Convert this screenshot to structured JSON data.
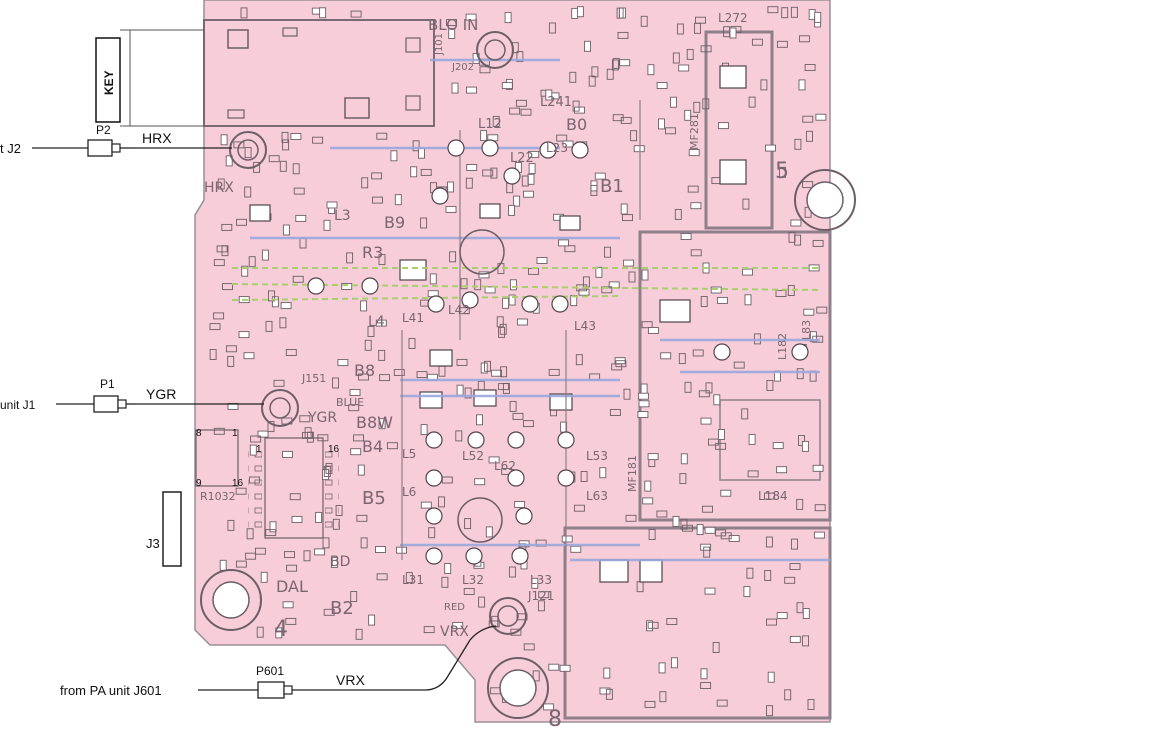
{
  "colors": {
    "board": "#f6cdd8",
    "board_edge": "#9a8f96",
    "silk": "#7a6570",
    "trace_blue": "#9aa8dc",
    "trace_green": "#a8cf6c",
    "ink": "#111111",
    "background": "#ffffff"
  },
  "connectors": [
    {
      "id": "hrx",
      "from": "t J2",
      "plug": "P2",
      "signal": "HRX",
      "board_jack": "HRX"
    },
    {
      "id": "ygr",
      "from": "unit J1",
      "plug": "P1",
      "signal": "YGR",
      "board_jack": "YGR"
    },
    {
      "id": "vrx",
      "from": "from PA unit J601",
      "plug": "P601",
      "signal": "VRX",
      "board_jack": "VRX"
    }
  ],
  "labels": {
    "key": "KEY",
    "blo_in": "BLO IN",
    "l272": "L272",
    "l241": "L241",
    "l12": "L12",
    "l22": "L22",
    "l23": "L23",
    "b0": "B0",
    "b1": "B1",
    "b9": "B9",
    "mf281": "MF281",
    "j202": "J202",
    "j101": "J101",
    "l3": "L3",
    "l4": "L4",
    "r3": "R3",
    "l41": "L41",
    "l42": "L42",
    "l43": "L43",
    "j151": "J151",
    "blue": "BLUE",
    "b8": "B8",
    "b8w": "B8W",
    "b4": "B4",
    "b5": "B5",
    "l5": "L5",
    "l6": "L6",
    "l52": "L52",
    "l53": "L53",
    "l62": "L62",
    "l63": "L63",
    "l31": "L31",
    "l32": "L32",
    "l33": "L33",
    "mf181": "MF181",
    "l184": "L184",
    "l182": "L182",
    "l83": "L83",
    "r1032": "R1032",
    "j3": "J3",
    "p8": "8",
    "p1": "1",
    "p9": "9",
    "p16": "16",
    "ic_1": "1",
    "ic_16": "16",
    "dal": "DAL",
    "b2": "B2",
    "bd": "BD",
    "hole4": "4",
    "hole5": "5",
    "hole8": "8",
    "red": "RED",
    "j121": "J121"
  }
}
